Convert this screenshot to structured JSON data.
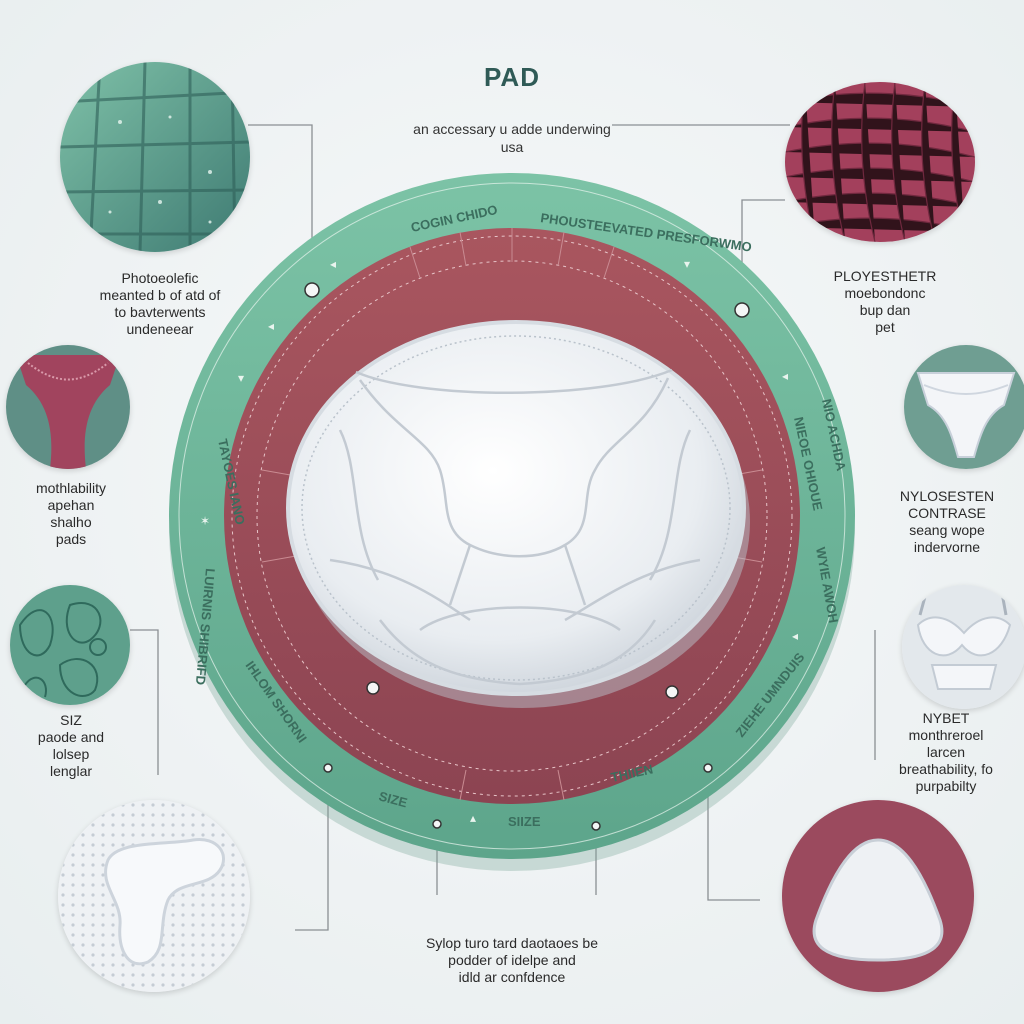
{
  "title": "PAD",
  "subtitle": "an accessary u adde underwing usa",
  "ring_labels": {
    "top_left": "COGIN CHIDO",
    "top_right": "PHOUSTEEVATED PRESFORWMO",
    "left_upper": "TAYOES IANO",
    "left_lower": "LUIRNIS SHIBRIFD",
    "left_bottom": "IHLOM SHORNI",
    "right_upper": "NIEOE OHIOUE",
    "right_upper2": "NIO ACHDA",
    "right_lower": "WYIE AWOH",
    "right_bottom": "ZIEHE UMNDUIS",
    "bottom_left": "SIZE",
    "bottom_center": "SIIZE",
    "bottom_right": "THIIEN"
  },
  "captions": {
    "top_left": "Photoeolefic\nmeanted b of atd of\nto bavterwents\nundeneear",
    "top_right": "PLOYESTHETR\nmoebondonc\nbup dan\npet",
    "mid_left": "mothlability\napehan\nshalho\npads",
    "mid_right": "NYLOSESTEN\nCONTRASE\nseang wope\nindervorne",
    "lower_left": "SIZ\npaode and\nlolsep\nlenglar",
    "lower_right": "NYBET\nmonthreroel\nlarcen\nbreathability, fo\npurpabilty",
    "bottom": "Sylop turo tard daotaoes be\npodder of idelpe and\nidld ar confdence"
  },
  "colors": {
    "teal_ring": "#6fb99c",
    "maroon_ring": "#a2525c",
    "pad_white": "#f4f6f8",
    "title": "#2f5a56"
  },
  "icons": {
    "top_left": "quilted-fabric-swatch-icon",
    "top_right": "mesh-fabric-swatch-icon",
    "mid_left": "underwear-fabric-icon",
    "mid_right": "white-briefs-icon",
    "lower_left": "leaf-pattern-fabric-icon",
    "lower_right_bra": "bra-icon",
    "bottom_left": "perforated-pad-icon",
    "bottom_right": "triangle-pad-icon"
  }
}
